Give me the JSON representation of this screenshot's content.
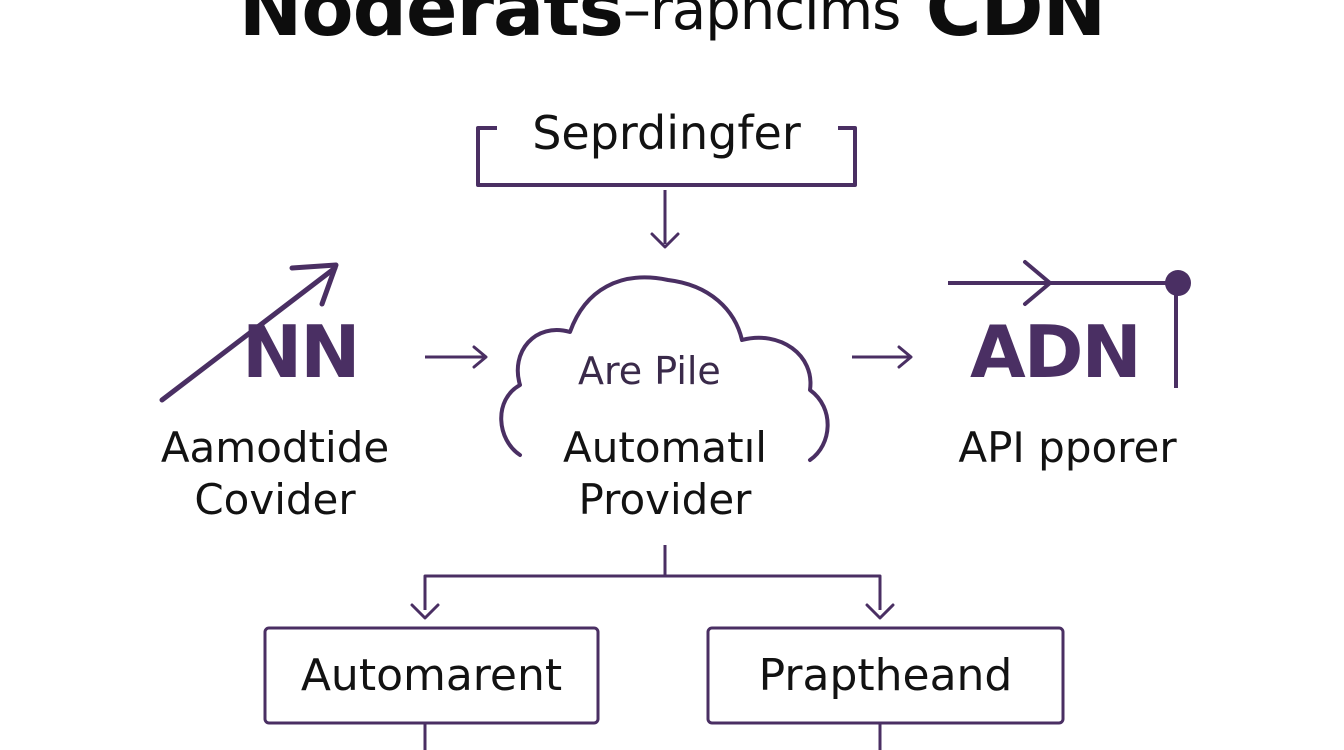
{
  "title": {
    "left": "Noderats",
    "middle": "–rapncims",
    "right": "CDN"
  },
  "top_box": {
    "label": "Seprdingfer"
  },
  "left_node": {
    "logo": "NN",
    "caption_line1": "Aamodtide",
    "caption_line2": "Covider"
  },
  "center_node": {
    "cloud_label": "Are Pile",
    "caption_line1": "Automatıl",
    "caption_line2": "Provider"
  },
  "right_node": {
    "logo": "ADN",
    "caption": "API pporer"
  },
  "bottom_left_box": {
    "label": "Automarent"
  },
  "bottom_right_box": {
    "label": "Praptheand"
  },
  "colors": {
    "stroke": "#4a2f63",
    "text": "#121212"
  }
}
